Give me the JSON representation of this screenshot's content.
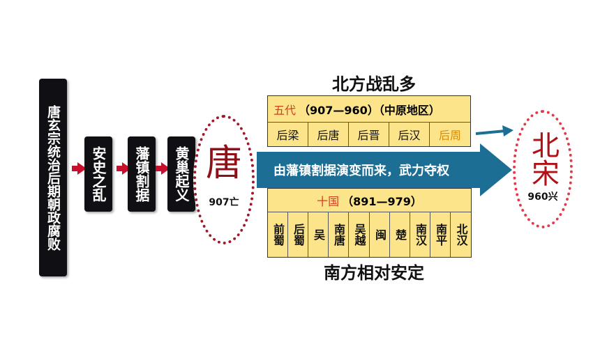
{
  "flow": [
    {
      "text": "唐玄宗统治后期朝政腐败"
    },
    {
      "text": "安史之乱"
    },
    {
      "text": "藩镇割据"
    },
    {
      "text": "黄巢起义"
    }
  ],
  "tang": {
    "char": "唐",
    "year": "907亡"
  },
  "north": {
    "heading": "北方战乱多",
    "label": "五代",
    "period": "（907—960）（中原地区）",
    "dynasties": [
      {
        "name": "后梁",
        "highlight": false
      },
      {
        "name": "后唐",
        "highlight": false
      },
      {
        "name": "后晋",
        "highlight": false
      },
      {
        "name": "后汉",
        "highlight": false
      },
      {
        "name": "后周",
        "highlight": true
      }
    ]
  },
  "middle_arrow": {
    "text": "由藩镇割据演变而来，武力夺权"
  },
  "south": {
    "heading": "南方相对安定",
    "label": "十国",
    "period": "（891—979）",
    "states": [
      "前蜀",
      "后蜀",
      "吴",
      "南唐",
      "吴越",
      "闽",
      "楚",
      "南汉",
      "南平",
      "北汉"
    ]
  },
  "song": {
    "char": "北宋",
    "year": "960兴"
  },
  "colors": {
    "red_arrow": "#c8102e",
    "blue_arrow": "#1c6e95",
    "table_fill": "#fce48a"
  }
}
